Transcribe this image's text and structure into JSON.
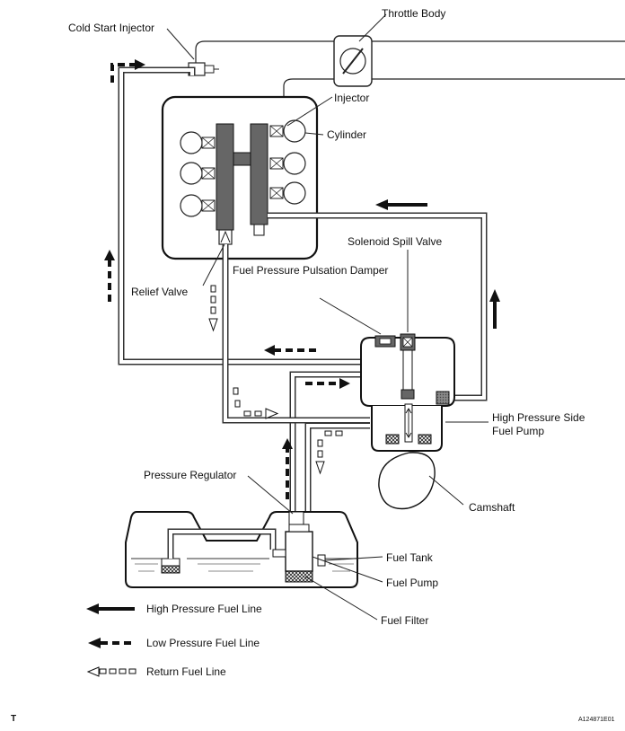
{
  "labels": {
    "cold_start_injector": "Cold Start Injector",
    "throttle_body": "Throttle Body",
    "injector": "Injector",
    "cylinder": "Cylinder",
    "solenoid_spill_valve": "Solenoid Spill Valve",
    "fuel_pressure_pulsation_damper": "Fuel Pressure Pulsation Damper",
    "relief_valve": "Relief Valve",
    "high_pressure_side_fuel_pump_1": "High Pressure Side",
    "high_pressure_side_fuel_pump_2": "Fuel Pump",
    "camshaft": "Camshaft",
    "pressure_regulator": "Pressure Regulator",
    "fuel_tank": "Fuel Tank",
    "fuel_pump": "Fuel Pump",
    "fuel_filter": "Fuel Filter"
  },
  "legend": {
    "high_pressure": "High Pressure Fuel Line",
    "low_pressure": "Low Pressure Fuel Line",
    "return": "Return Fuel Line"
  },
  "footer": {
    "left_mark": "T",
    "figure_id": "A124871E01"
  }
}
